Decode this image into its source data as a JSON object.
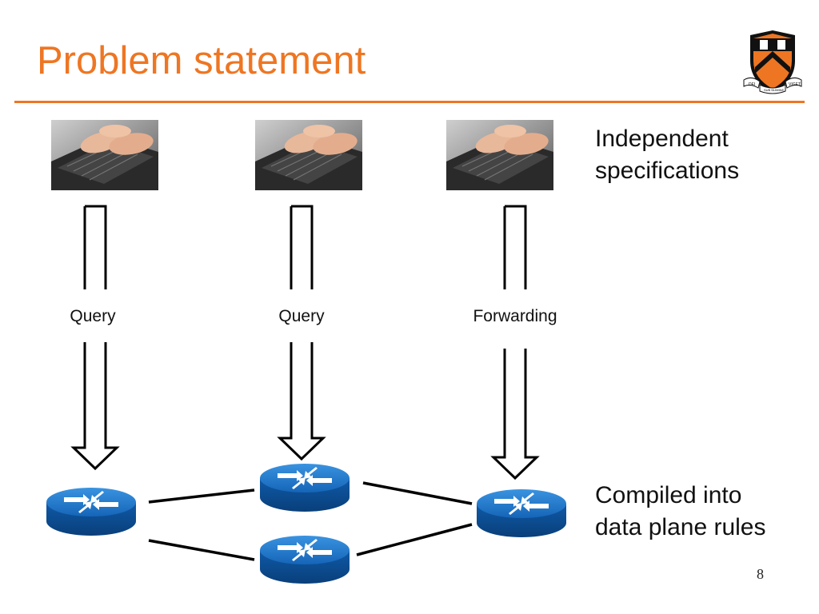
{
  "slide": {
    "title": "Problem statement",
    "page_number": "8"
  },
  "side_notes": {
    "top_line1": "Independent",
    "top_line2": "specifications",
    "bottom_line1": "Compiled into",
    "bottom_line2": "data plane rules"
  },
  "labels": {
    "left": "Query",
    "middle": "Query",
    "right": "Forwarding"
  },
  "logo": {
    "motto_left": "DEI",
    "motto_center": "SUB NUMINE",
    "motto_right": "VIGET"
  },
  "colors": {
    "accent": "#ee7623",
    "router_top": "#1b77c9",
    "router_side": "#0b4f9a"
  },
  "icons": {
    "photos": "typing-on-laptop",
    "routers": "router-icon"
  }
}
